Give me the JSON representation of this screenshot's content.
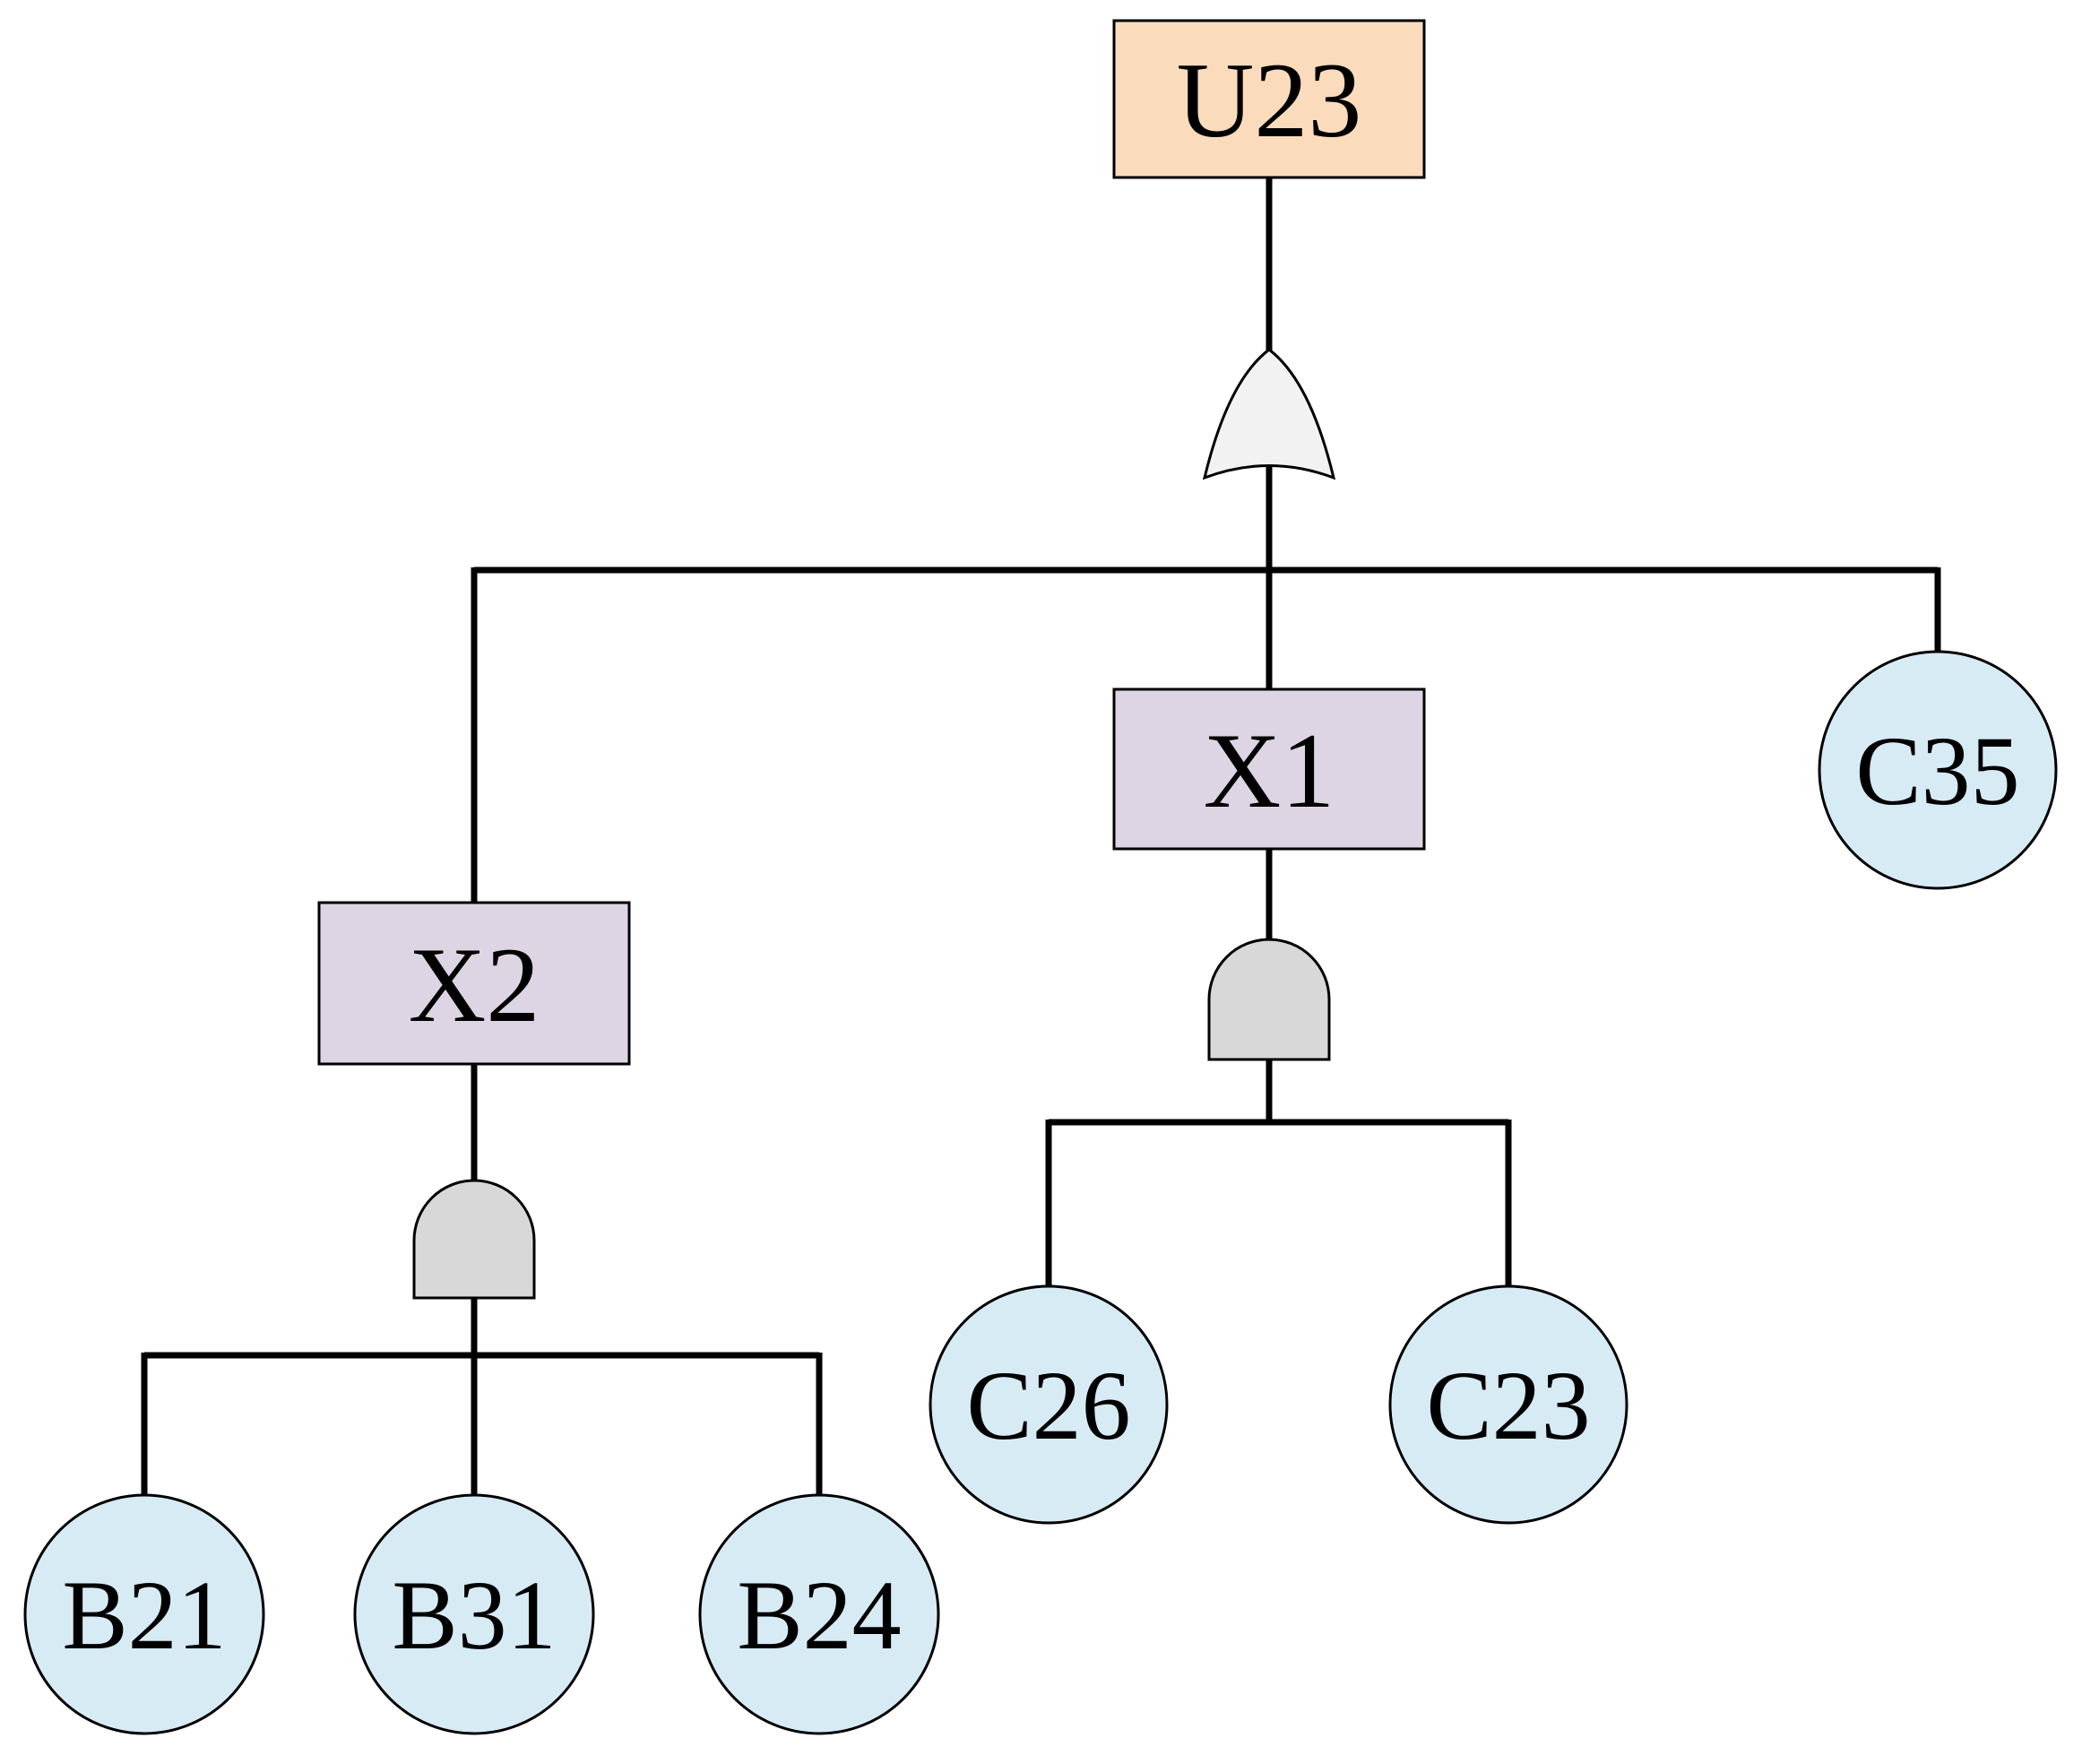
{
  "diagram": {
    "kind": "fault-tree",
    "nodes": {
      "u23": {
        "label": "U23",
        "role": "top-event",
        "shape": "rectangle"
      },
      "x1": {
        "label": "X1",
        "role": "intermediate-event",
        "shape": "rectangle"
      },
      "x2": {
        "label": "X2",
        "role": "intermediate-event",
        "shape": "rectangle"
      },
      "c35": {
        "label": "C35",
        "role": "basic-event",
        "shape": "circle"
      },
      "c26": {
        "label": "C26",
        "role": "basic-event",
        "shape": "circle"
      },
      "c23": {
        "label": "C23",
        "role": "basic-event",
        "shape": "circle"
      },
      "b21": {
        "label": "B21",
        "role": "basic-event",
        "shape": "circle"
      },
      "b31": {
        "label": "B31",
        "role": "basic-event",
        "shape": "circle"
      },
      "b24": {
        "label": "B24",
        "role": "basic-event",
        "shape": "circle"
      }
    },
    "gates": [
      {
        "id": "gate-under-u23",
        "type": "OR",
        "parent": "U23",
        "children": [
          "X2",
          "X1",
          "C35"
        ]
      },
      {
        "id": "gate-under-x1",
        "type": "AND",
        "parent": "X1",
        "children": [
          "C26",
          "C23"
        ]
      },
      {
        "id": "gate-under-x2",
        "type": "AND",
        "parent": "X2",
        "children": [
          "B21",
          "B31",
          "B24"
        ]
      }
    ],
    "colors": {
      "top_event_fill": "#fadcbc",
      "intermediate_fill": "#ddd5e3",
      "basic_event_fill": "#d7ebf5",
      "and_gate_fill": "#d8d8d8",
      "or_gate_fill": "#f2f2f2",
      "stroke": "#000000",
      "background": "#ffffff"
    }
  }
}
